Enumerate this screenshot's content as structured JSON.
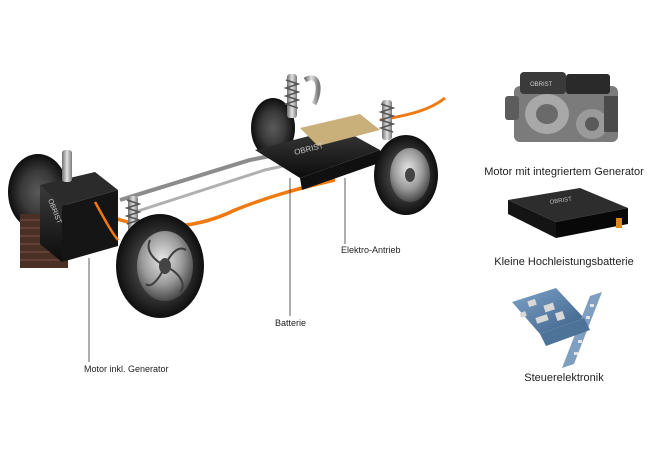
{
  "callouts": {
    "motor_generator": "Motor inkl. Generator",
    "battery": "Batterie",
    "e_drive": "Elektro-Antrieb"
  },
  "components": [
    {
      "caption": "Motor mit integriertem Generator"
    },
    {
      "caption": "Kleine Hochleistungsbatterie"
    },
    {
      "caption": "Steuerelektronik"
    }
  ],
  "branding": {
    "chassis_battery_logo": "OBRIST",
    "engine_block_logo": "OBRIST",
    "battery_pack_logo": "OBRIST"
  },
  "colors": {
    "accent_cable": "#f07a12",
    "tire": "#1b1b1b",
    "metal": "#9aa0a6",
    "board": "#5a7fa6"
  }
}
